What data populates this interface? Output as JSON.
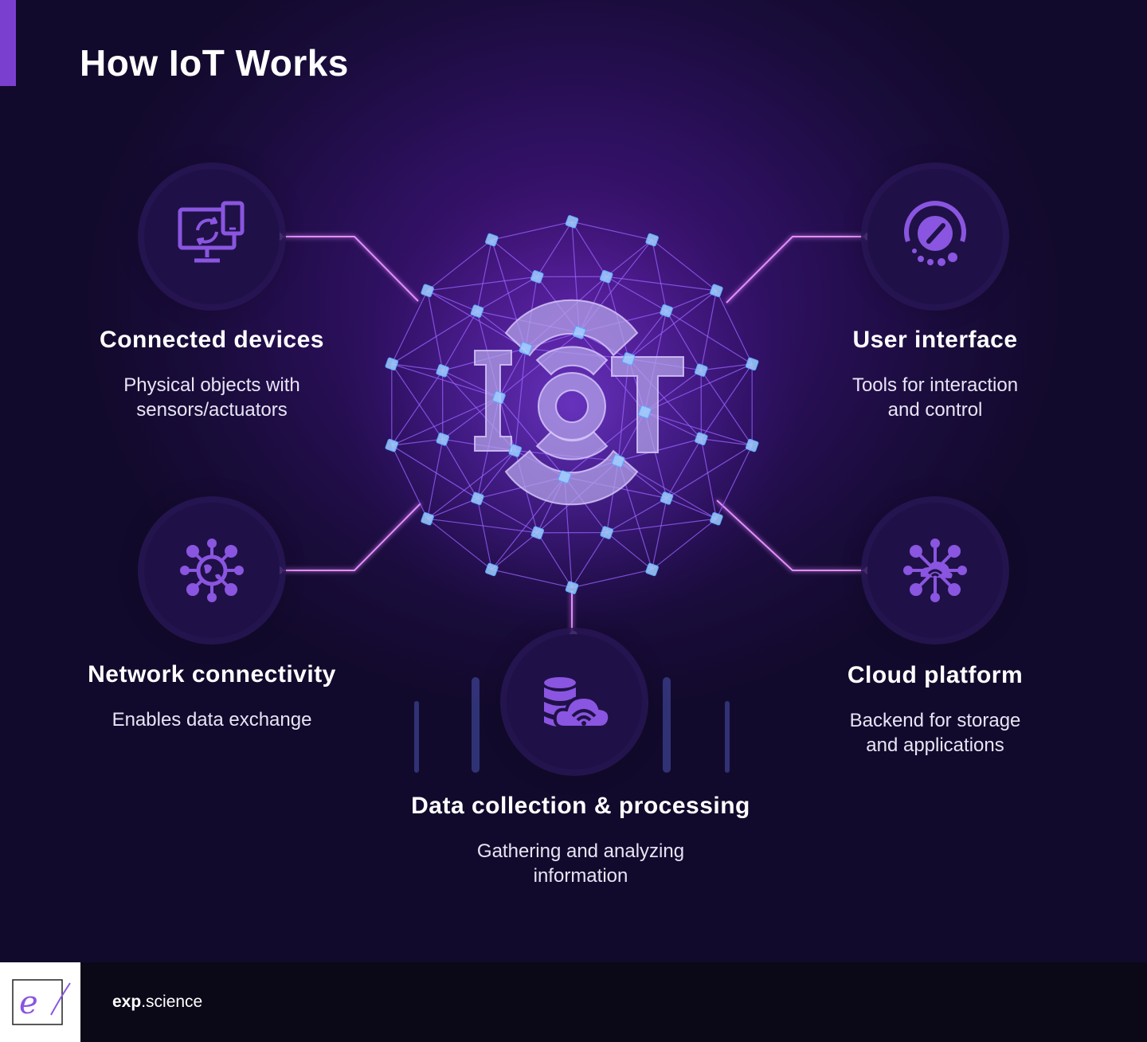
{
  "header": {
    "title": "How IoT Works"
  },
  "center": {
    "label": "IoT"
  },
  "nodes": [
    {
      "id": "connected-devices",
      "title": "Connected devices",
      "description": "Physical objects with\nsensors/actuators",
      "icon": "monitor-phone-sync-icon"
    },
    {
      "id": "user-interface",
      "title": "User interface",
      "description": "Tools for interaction\nand control",
      "icon": "dial-gauge-icon"
    },
    {
      "id": "network-connectivity",
      "title": "Network connectivity",
      "description": "Enables data exchange",
      "icon": "globe-network-icon"
    },
    {
      "id": "cloud-platform",
      "title": "Cloud platform",
      "description": "Backend for storage\nand applications",
      "icon": "cloud-wifi-network-icon"
    },
    {
      "id": "data-collection",
      "title": "Data collection & processing",
      "description": "Gathering and analyzing\ninformation",
      "icon": "database-cloud-icon"
    }
  ],
  "footer": {
    "brand_bold": "exp",
    "brand_rest": ".science",
    "logo_letter": "e"
  },
  "colors": {
    "accent": "#7b3fd0",
    "connector": "#e58cff",
    "icon": "#8a55e0",
    "node_fill": "#1f1147",
    "mesh": "#9a63ff"
  }
}
